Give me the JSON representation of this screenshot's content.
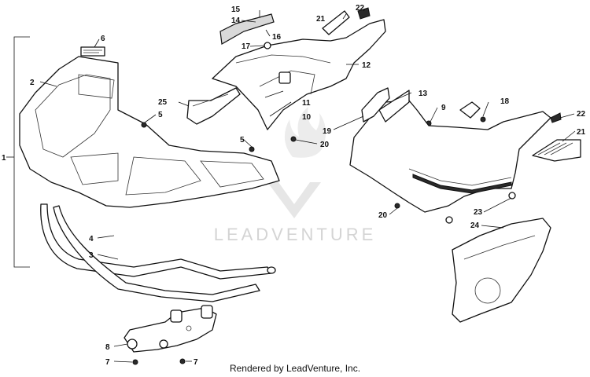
{
  "diagram": {
    "callouts": [
      "1",
      "2",
      "3",
      "4",
      "5",
      "5",
      "6",
      "7",
      "7",
      "8",
      "9",
      "10",
      "11",
      "12",
      "13",
      "14",
      "15",
      "16",
      "17",
      "18",
      "19",
      "20",
      "20",
      "21",
      "21",
      "22",
      "22",
      "23",
      "24",
      "25"
    ],
    "watermark": "LEADVENTURE",
    "footer": "Rendered by LeadVenture, Inc."
  }
}
